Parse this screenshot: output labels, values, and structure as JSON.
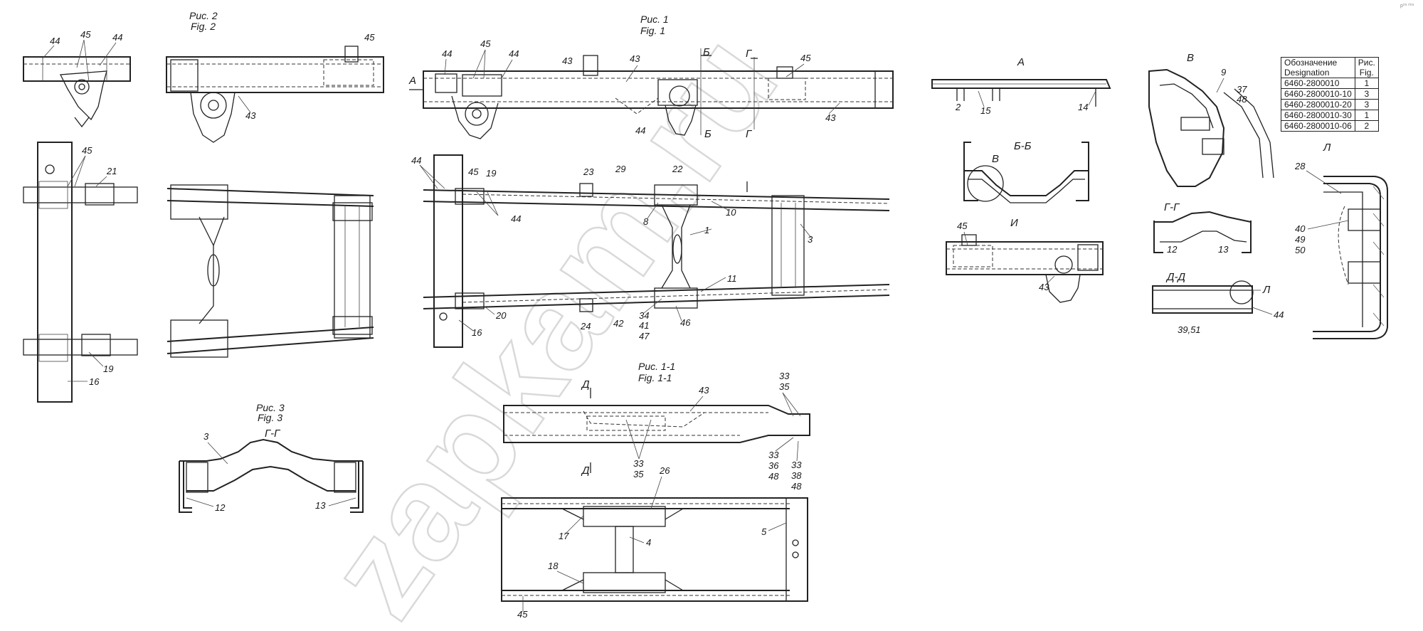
{
  "watermark": "zapkam.ru",
  "corner_mark": "p⁰³ ⁰⁰³",
  "figure_captions": {
    "fig1": [
      "Рис. 1",
      "Fig. 1"
    ],
    "fig2": [
      "Рис. 2",
      "Fig. 2"
    ],
    "fig3": [
      "Рис. 3",
      "Fig. 3"
    ],
    "fig1_1": [
      "Рис. 1-1",
      "Fig. 1-1"
    ]
  },
  "section_labels": {
    "A": "А",
    "B_arrow": "Б",
    "G_arrow": "Г",
    "BB": "Б-Б",
    "V": "В",
    "I": "И",
    "GG": "Г-Г",
    "DD": "Д-Д",
    "L": "Л",
    "D": "Д"
  },
  "callouts": {
    "fig2_top": [
      "44",
      "45",
      "44",
      "45",
      "43"
    ],
    "fig2_plan": [
      "45",
      "21",
      "19",
      "16"
    ],
    "fig1_side": [
      "44",
      "45",
      "44",
      "43",
      "43",
      "45",
      "43",
      "44"
    ],
    "fig1_plan": [
      "44",
      "45",
      "19",
      "44",
      "23",
      "29",
      "22",
      "8",
      "1",
      "10",
      "3",
      "11",
      "16",
      "20",
      "24",
      "42",
      "34",
      "41",
      "47",
      "46"
    ],
    "fig3": [
      "3",
      "12",
      "13"
    ],
    "fig1_1_side": [
      "43",
      "33",
      "35",
      "33",
      "35",
      "33",
      "36",
      "48",
      "33",
      "38",
      "48"
    ],
    "fig1_1_plan": [
      "26",
      "17",
      "4",
      "5",
      "18",
      "45"
    ],
    "view_A": [
      "2",
      "15",
      "14"
    ],
    "view_I": [
      "45",
      "43"
    ],
    "view_V": [
      "9",
      "37",
      "48"
    ],
    "view_GG": [
      "12",
      "13"
    ],
    "view_DD": [
      "39,51",
      "44"
    ],
    "view_L": [
      "28",
      "40",
      "49",
      "50"
    ]
  },
  "spec_table": {
    "header_left": [
      "Обозначение",
      "Designation"
    ],
    "header_right": [
      "Рис.",
      "Fig."
    ],
    "rows": [
      {
        "designation": "6460-2800010",
        "fig": "1"
      },
      {
        "designation": "6460-2800010-10",
        "fig": "3"
      },
      {
        "designation": "6460-2800010-20",
        "fig": "3"
      },
      {
        "designation": "6460-2800010-30",
        "fig": "1"
      },
      {
        "designation": "6460-2800010-06",
        "fig": "2"
      }
    ]
  }
}
